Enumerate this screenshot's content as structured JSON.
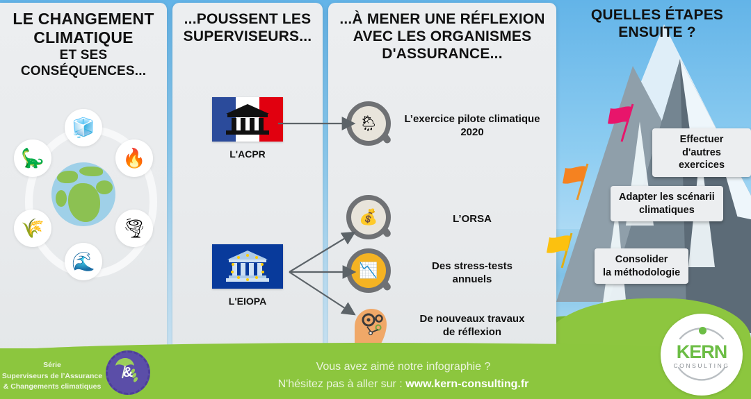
{
  "infographic": {
    "title_series": "Série Superviseurs de l'Assurance & Changements climatiques"
  },
  "panels": {
    "climate": {
      "title_line1": "LE CHANGEMENT",
      "title_line2": "CLIMATIQUE",
      "title_line3": "ET SES CONSÉQUENCES...",
      "wheel_icons": [
        {
          "name": "iceberg-icon",
          "glyph": "🧊"
        },
        {
          "name": "wildfire-icon",
          "glyph": "🔥"
        },
        {
          "name": "tornado-icon",
          "glyph": "🌪"
        },
        {
          "name": "flood-wave-icon",
          "glyph": "🌊"
        },
        {
          "name": "drought-icon",
          "glyph": "🌾"
        },
        {
          "name": "extinction-fossil-icon",
          "glyph": "🦕"
        }
      ],
      "center_icon": "earth-globe-icon"
    },
    "supervisors": {
      "title_line1": "...POUSSENT LES",
      "title_line2": "SUPERVISEURS...",
      "items": [
        {
          "label": "L'ACPR",
          "icon": "french-flag-bank-icon"
        },
        {
          "label": "L'EIOPA",
          "icon": "eu-flag-bank-icon"
        }
      ]
    },
    "measures": {
      "title_line1": "...À MENER UNE RÉFLEXION",
      "title_line2": "AVEC LES ORGANISMES",
      "title_line3": "D'ASSURANCE...",
      "items": [
        {
          "label_line1": "L’exercice pilote climatique",
          "label_line2": "2020",
          "icon": "magnifier-weather-icon",
          "glyph": "🌦"
        },
        {
          "label_line1": "L’ORSA",
          "label_line2": "",
          "icon": "magnifier-money-icon",
          "glyph": "💰"
        },
        {
          "label_line1": "Des stress-tests",
          "label_line2": "annuels",
          "icon": "magnifier-chart-icon",
          "glyph": "📉"
        },
        {
          "label_line1": "De nouveaux travaux",
          "label_line2": "de réflexion",
          "icon": "head-gears-icon",
          "glyph": "⚙"
        }
      ]
    },
    "next_steps": {
      "title_line1": "QUELLES ÉTAPES",
      "title_line2": "ENSUITE ?",
      "steps": [
        {
          "line1": "Effectuer",
          "line2": "d'autres exercices",
          "flag_color": "#e8156b"
        },
        {
          "line1": "Adapter les scénarii",
          "line2": "climatiques",
          "flag_color": "#f58220"
        },
        {
          "line1": "Consolider",
          "line2": "la méthodologie",
          "flag_color": "#fcc10f"
        }
      ]
    }
  },
  "footer": {
    "series_line1": "Série",
    "series_line2": "Superviseurs de l’Assurance",
    "series_line3": "& Changements climatiques",
    "badge_symbol": "&",
    "cta_line1": "Vous avez aimé notre infographie ?",
    "cta_line2_prefix": "N'hésitez pas à aller sur : ",
    "cta_url": "www.kern-consulting.fr",
    "logo_name": "KERN",
    "logo_sub": "CONSULTING"
  },
  "colors": {
    "band_green": "#8cc63e",
    "sky_blue": "#63b4e8",
    "panel_gray": "#eceef0",
    "mountain_dark": "#5c6b77",
    "brand_green": "#6cbd45",
    "flag_pink": "#e8156b",
    "flag_orange": "#f58220",
    "flag_yellow": "#fcc10f"
  }
}
